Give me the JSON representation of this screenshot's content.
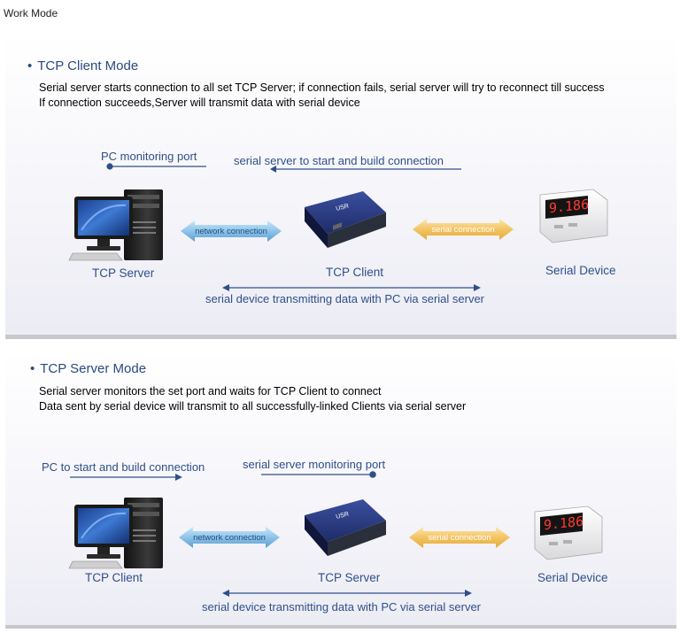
{
  "page_heading": "Work Mode",
  "client_mode": {
    "title": "TCP Client Mode",
    "bullet": "•",
    "desc_lines": [
      "Serial server starts connection to all set TCP Server; if connection fails, serial server will try to reconnect till success",
      "If connection succeeds,Server will transmit data with serial device"
    ],
    "note_monitor": "PC monitoring port",
    "note_build": "serial server to start and build connection",
    "pill_network": "network connection",
    "pill_serial": "serial connection",
    "label_left": "TCP Server",
    "label_middle": "TCP Client",
    "label_right": "Serial Device",
    "note_transmit": "serial device transmitting data with PC via serial server",
    "display_value": "9.186"
  },
  "server_mode": {
    "title": "TCP Server Mode",
    "bullet": "•",
    "desc_lines": [
      "Serial server monitors the set port and waits for TCP Client to connect",
      "Data sent by serial device will transmit to all successfully-linked Clients via serial server"
    ],
    "note_build": "PC to start and build connection",
    "note_monitor": "serial server monitoring port",
    "pill_network": "network connection",
    "pill_serial": "serial connection",
    "label_left": "TCP Client",
    "label_middle": "TCP Server",
    "label_right": "Serial Device",
    "note_transmit": "serial device transmitting data with PC via serial server",
    "display_value": "9.186"
  },
  "colors": {
    "title_blue": "#2b4a7d",
    "label_blue": "#2f4f8a",
    "network_pill": "#8fc4ea",
    "serial_pill": "#f3c463",
    "display_red": "#ff3b30"
  },
  "icons": {
    "pc": "pc-tower-monitor-icon",
    "server_box": "serial-server-device-icon",
    "serial_device": "digital-display-device-icon"
  }
}
